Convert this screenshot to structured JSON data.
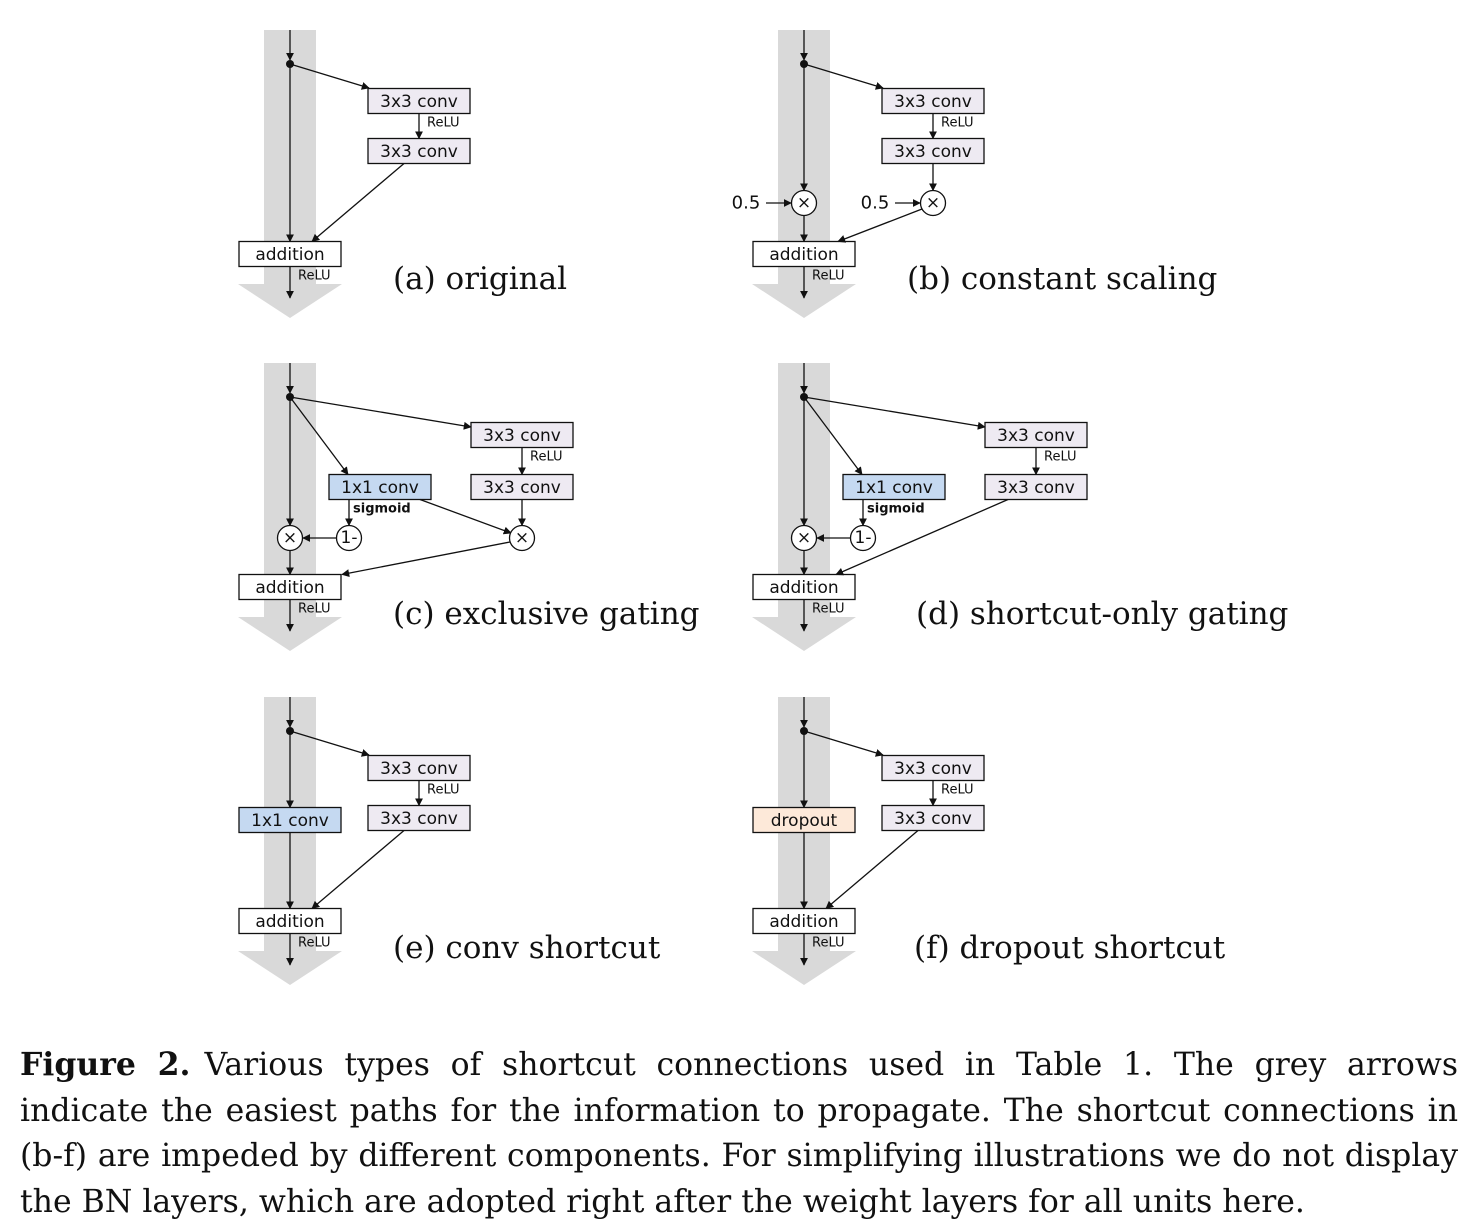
{
  "colors": {
    "grey_arrow": "#d9d9d9",
    "conv3x3_fill": "#eeeaf2",
    "conv1x1_fill": "#c5d9f1",
    "dropout_fill": "#fde9d9",
    "addition_fill": "#ffffff",
    "stroke": "#111111"
  },
  "labels": {
    "conv3x3": "3x3 conv",
    "conv1x1": "1x1 conv",
    "addition": "addition",
    "dropout": "dropout",
    "relu": "ReLU",
    "sigmoid": "sigmoid",
    "one_minus": "1-",
    "multiply": "×",
    "scale_const": "0.5"
  },
  "panels": [
    {
      "id": "a",
      "type": "original",
      "caption": "(a) original"
    },
    {
      "id": "b",
      "type": "constant-scaling",
      "caption": "(b) constant scaling"
    },
    {
      "id": "c",
      "type": "exclusive-gating",
      "caption": "(c) exclusive gating"
    },
    {
      "id": "d",
      "type": "shortcut-only-gating",
      "caption": "(d) shortcut-only gating"
    },
    {
      "id": "e",
      "type": "conv-shortcut",
      "caption": "(e) conv shortcut"
    },
    {
      "id": "f",
      "type": "dropout-shortcut",
      "caption": "(f) dropout shortcut"
    }
  ],
  "caption": {
    "label": "Figure 2.",
    "text": "Various types of shortcut connections used in Table 1. The grey arrows indicate the easiest paths for the information to propagate. The shortcut connections in (b-f) are impeded by different components. For simplifying illustrations we do not display the BN layers, which are adopted right after the weight layers for all units here."
  }
}
